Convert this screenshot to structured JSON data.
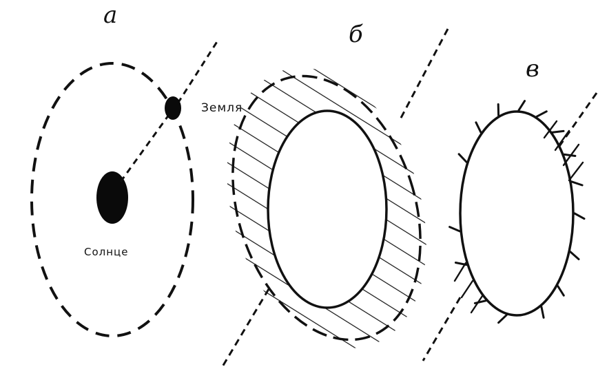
{
  "panels": {
    "a": {
      "letter": "а"
    },
    "b": {
      "letter": "б"
    },
    "c": {
      "letter": "в"
    }
  },
  "labels": {
    "earth": "Земля",
    "sun": "Солнце"
  }
}
